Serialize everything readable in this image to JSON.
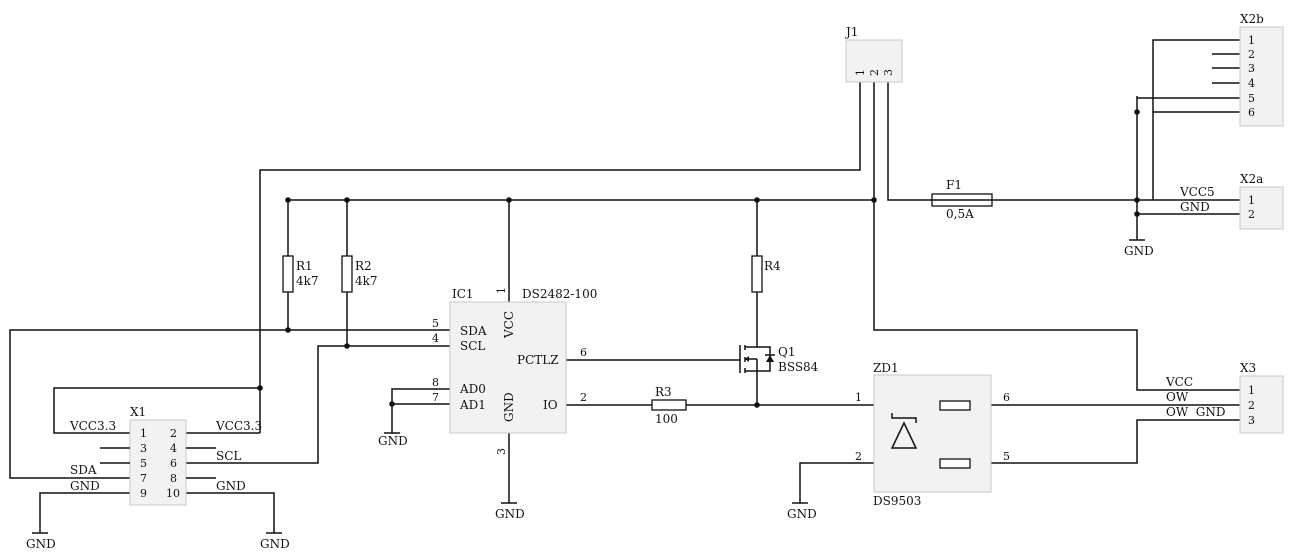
{
  "ic1": {
    "ref": "IC1",
    "value": "DS2482-100",
    "pins": {
      "vcc": "VCC",
      "sda": "SDA",
      "scl": "SCL",
      "pctlz": "PCTLZ",
      "ad0": "AD0",
      "ad1": "AD1",
      "gnd": "GND",
      "io": "IO"
    },
    "pin_numbers": {
      "vcc": "1",
      "sda": "5",
      "scl": "4",
      "pctlz": "6",
      "ad0": "8",
      "ad1": "7",
      "gnd": "3",
      "io": "2"
    }
  },
  "resistors": {
    "r1": {
      "ref": "R1",
      "value": "4k7"
    },
    "r2": {
      "ref": "R2",
      "value": "4k7"
    },
    "r3": {
      "ref": "R3",
      "value": "100"
    },
    "r4": {
      "ref": "R4"
    }
  },
  "fuse": {
    "ref": "F1",
    "value": "0,5A"
  },
  "q1": {
    "ref": "Q1",
    "value": "BSS84"
  },
  "zd1": {
    "ref": "ZD1",
    "value": "DS9503",
    "pins": {
      "p1": "1",
      "p2": "2",
      "p5": "5",
      "p6": "6"
    }
  },
  "j1": {
    "ref": "J1",
    "pins": [
      "1",
      "2",
      "3"
    ]
  },
  "x1": {
    "ref": "X1",
    "pins_left": [
      "1",
      "3",
      "5",
      "7",
      "9"
    ],
    "pins_right": [
      "2",
      "4",
      "6",
      "8",
      "10"
    ],
    "labels_left": {
      "p1": "VCC3.3",
      "p5": "SDA",
      "p9": "GND"
    },
    "labels_right": {
      "p2": "VCC3.3",
      "p4": "SCL",
      "p10": "GND"
    }
  },
  "x2a": {
    "ref": "X2a",
    "pins": [
      "1",
      "2"
    ],
    "labels": [
      "VCC5",
      "GND"
    ]
  },
  "x2b": {
    "ref": "X2b",
    "pins": [
      "1",
      "2",
      "3",
      "4",
      "5",
      "6"
    ]
  },
  "x3": {
    "ref": "X3",
    "pins": [
      "1",
      "2",
      "3"
    ],
    "labels": [
      "VCC",
      "OW",
      "OW  GND"
    ]
  },
  "gnd_symbols": {
    "label": "GND"
  }
}
